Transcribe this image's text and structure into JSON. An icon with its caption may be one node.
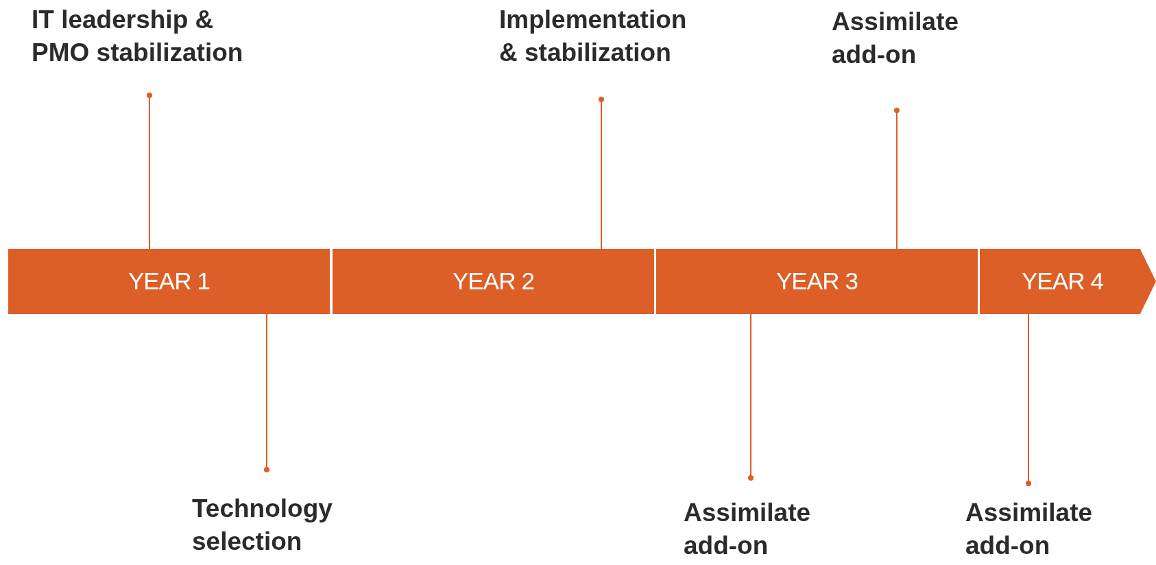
{
  "diagram": {
    "nodes": [
      {
        "text": [
          "IT leadership & PMO stabilization"
        ]
      },
      {
        "text": [
          "Implementation & stabilization"
        ]
      },
      {
        "text": [
          "Assimilate add-on"
        ]
      },
      {
        "text": [
          "YEAR 1"
        ]
      },
      {
        "text": [
          "YEAR 2"
        ]
      },
      {
        "text": [
          "YEAR 3"
        ]
      },
      {
        "text": [
          "YEAR 4"
        ]
      },
      {
        "text": [
          "Technology selection"
        ]
      },
      {
        "text": [
          "Assimilate add-on"
        ]
      },
      {
        "text": [
          "Assimilate add-on"
        ]
      }
    ],
    "edges": [
      {
        "from": 0,
        "to": 3,
        "arrow": "other"
      },
      {
        "from": 1,
        "to": 4,
        "arrow": "other"
      },
      {
        "from": 2,
        "to": 5,
        "arrow": "other"
      },
      {
        "from": 7,
        "to": 3,
        "arrow": "other"
      },
      {
        "from": 8,
        "to": 5,
        "arrow": "other"
      },
      {
        "from": 9,
        "to": 6,
        "arrow": "other"
      }
    ]
  }
}
